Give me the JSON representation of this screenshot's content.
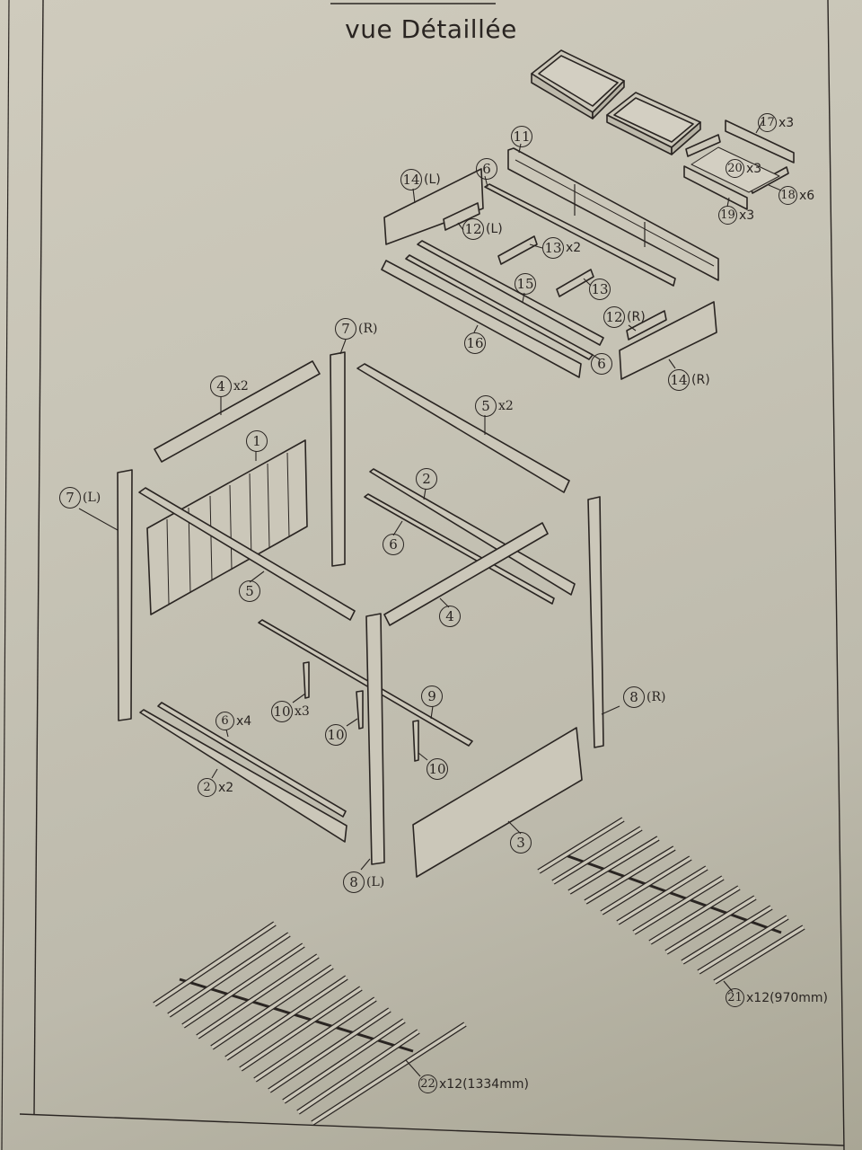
{
  "title": "vue Détaillée",
  "parts": [
    {
      "id": "p1",
      "number": "1",
      "suffix": ""
    },
    {
      "id": "p2a",
      "number": "2",
      "suffix": ""
    },
    {
      "id": "p2b",
      "number": "2",
      "suffix": "x2"
    },
    {
      "id": "p3",
      "number": "3",
      "suffix": ""
    },
    {
      "id": "p4a",
      "number": "4",
      "suffix": "x2"
    },
    {
      "id": "p4b",
      "number": "4",
      "suffix": ""
    },
    {
      "id": "p5a",
      "number": "5",
      "suffix": "x2"
    },
    {
      "id": "p5b",
      "number": "5",
      "suffix": ""
    },
    {
      "id": "p6a",
      "number": "6",
      "suffix": ""
    },
    {
      "id": "p6b",
      "number": "6",
      "suffix": ""
    },
    {
      "id": "p6c",
      "number": "6",
      "suffix": ""
    },
    {
      "id": "p6d",
      "number": "6",
      "suffix": "x4"
    },
    {
      "id": "p7l",
      "number": "7",
      "suffix": "(L)"
    },
    {
      "id": "p7r",
      "number": "7",
      "suffix": "(R)"
    },
    {
      "id": "p8l",
      "number": "8",
      "suffix": "(L)"
    },
    {
      "id": "p8r",
      "number": "8",
      "suffix": "(R)"
    },
    {
      "id": "p9",
      "number": "9",
      "suffix": ""
    },
    {
      "id": "p10a",
      "number": "10",
      "suffix": "x3"
    },
    {
      "id": "p10b",
      "number": "10",
      "suffix": ""
    },
    {
      "id": "p10c",
      "number": "10",
      "suffix": ""
    },
    {
      "id": "p11",
      "number": "11",
      "suffix": ""
    },
    {
      "id": "p12l",
      "number": "12",
      "suffix": "(L)"
    },
    {
      "id": "p12r",
      "number": "12",
      "suffix": "(R)"
    },
    {
      "id": "p13a",
      "number": "13",
      "suffix": "x2"
    },
    {
      "id": "p13b",
      "number": "13",
      "suffix": ""
    },
    {
      "id": "p14l",
      "number": "14",
      "suffix": "(L)"
    },
    {
      "id": "p14r",
      "number": "14",
      "suffix": "(R)"
    },
    {
      "id": "p15",
      "number": "15",
      "suffix": ""
    },
    {
      "id": "p16",
      "number": "16",
      "suffix": ""
    },
    {
      "id": "p17",
      "number": "17",
      "suffix": "x3"
    },
    {
      "id": "p18",
      "number": "18",
      "suffix": "x6"
    },
    {
      "id": "p19",
      "number": "19",
      "suffix": "x3"
    },
    {
      "id": "p20",
      "number": "20",
      "suffix": "x3"
    },
    {
      "id": "p21",
      "number": "21",
      "suffix": "x12(970mm)"
    },
    {
      "id": "p22",
      "number": "22",
      "suffix": "x12(1334mm)"
    }
  ]
}
